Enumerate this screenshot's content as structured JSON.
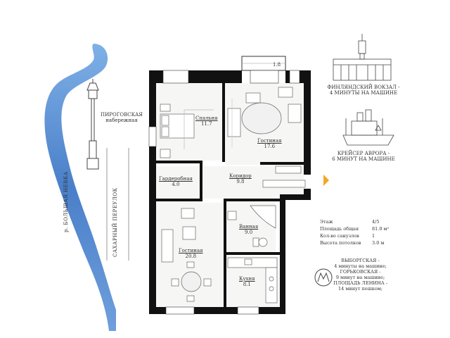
{
  "labels": {
    "river": "р. БОЛЬШАЯ НЕВКА",
    "lane": "САХАРНЫЙ ПЕРЕУЛОК",
    "embankment_l1": "ПИРОГОВСКАЯ",
    "embankment_l2": "набережная",
    "station_l1": "ФИНЛЯНДСКИЙ ВОКЗАЛ -",
    "station_l2": "4 МИНУТЫ НА МАШИНЕ",
    "cruiser_l1": "КРЕЙСЕР АВРОРА -",
    "cruiser_l2": "6 МИНУТ НА МАШИНЕ"
  },
  "rooms": {
    "balcony_area": "1.8",
    "bedroom_name": "Спальня",
    "bedroom_area": "11.7",
    "living1_name": "Гостиная",
    "living1_area": "17.6",
    "wardrobe_name": "Гардеробная",
    "wardrobe_area": "4.0",
    "corridor_name": "Коридор",
    "corridor_area": "9.8",
    "bath_name": "Ванная",
    "bath_area": "9.0",
    "living2_name": "Гостиная",
    "living2_area": "20.8",
    "kitchen_name": "Кухня",
    "kitchen_area": "8.1"
  },
  "specs": [
    {
      "label": "Этаж",
      "value": "4/5"
    },
    {
      "label": "Площадь общая",
      "value": "81.0 м²"
    },
    {
      "label": "Кол-во санузлов",
      "value": "1"
    },
    {
      "label": "Высота потолков",
      "value": "3.0 м"
    }
  ],
  "metro": [
    "ВЫБОРГСКАЯ -",
    "4 минуты на машине;",
    "ГОРЬКОВСКАЯ -",
    "9 минут на машине;",
    "ПЛОЩАДЬ ЛЕНИНА -",
    "14 минут пешком;"
  ],
  "colors": {
    "river": "#4a7fc9",
    "wall": "#111111",
    "floor_light": "#f6f6f4",
    "line": "#999999"
  }
}
